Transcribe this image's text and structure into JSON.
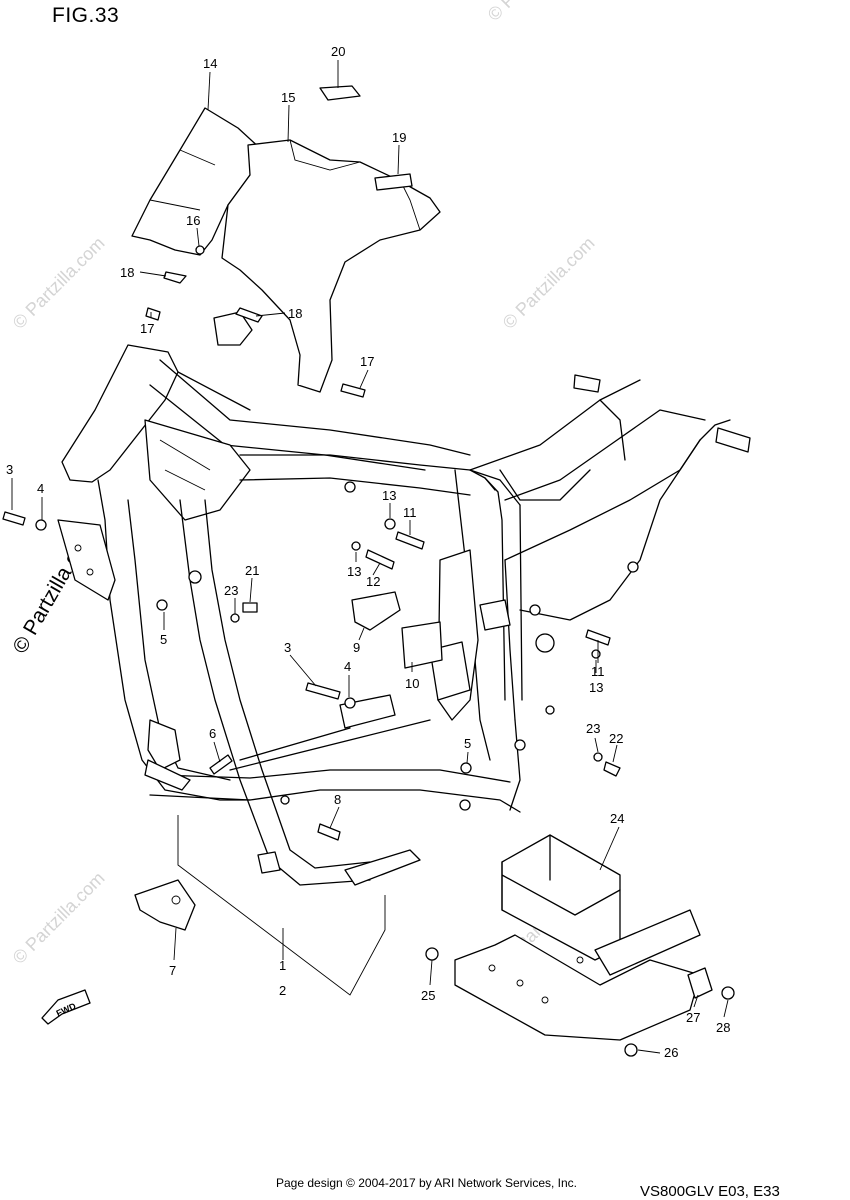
{
  "figure_label": "FIG.33",
  "footer_text": "Page design © 2004-2017 by ARI Network Services, Inc.",
  "model_code": "VS800GLV E03, E33",
  "watermark_text": "© Partzilla.com",
  "fwd_label": "FWD",
  "callouts": {
    "c1": "1",
    "c2": "2",
    "c3a": "3",
    "c3b": "3",
    "c4a": "4",
    "c4b": "4",
    "c5a": "5",
    "c5b": "5",
    "c6": "6",
    "c7": "7",
    "c8": "8",
    "c9": "9",
    "c10": "10",
    "c11a": "11",
    "c11b": "11",
    "c12": "12",
    "c13a": "13",
    "c13b": "13",
    "c13c": "13",
    "c14": "14",
    "c15": "15",
    "c16": "16",
    "c17a": "17",
    "c17b": "17",
    "c18a": "18",
    "c18b": "18",
    "c19": "19",
    "c20": "20",
    "c21": "21",
    "c22": "22",
    "c23a": "23",
    "c23b": "23",
    "c24": "24",
    "c25": "25",
    "c26": "26",
    "c27": "27",
    "c28": "28"
  },
  "colors": {
    "line": "#000000",
    "watermark": "#d4d4d4",
    "background": "#ffffff"
  }
}
